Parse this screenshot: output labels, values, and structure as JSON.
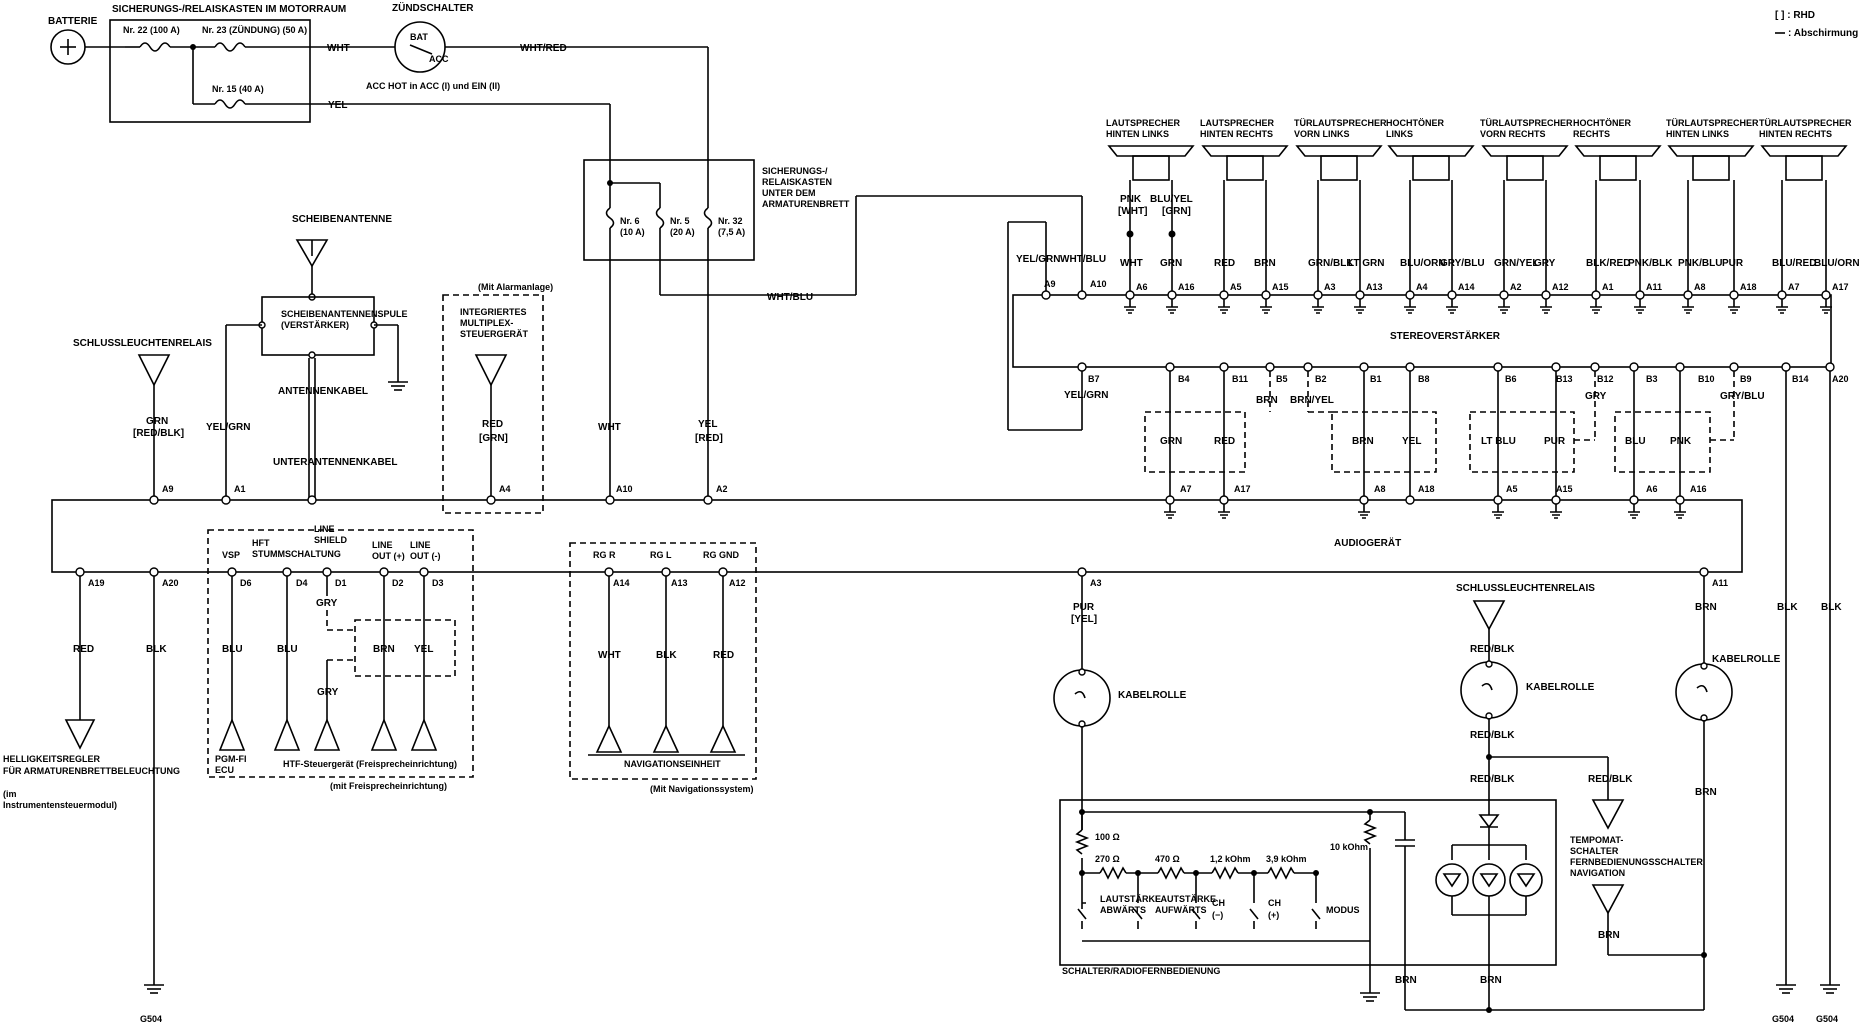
{
  "legend": {
    "rhd": "[ ] : RHD",
    "shield": ": Abschirmung"
  },
  "power": {
    "battery": "BATTERIE",
    "fusebox_engine": "SICHERUNGS-/RELAISKASTEN IM MOTORRAUM",
    "fuse22": "Nr. 22 (100 A)",
    "fuse23": "Nr. 23 (ZÜNDUNG) (50 A)",
    "fuse15": "Nr. 15 (40 A)",
    "ignition": "ZÜNDSCHALTER",
    "bat": "BAT",
    "acc": "ACC",
    "acc_note": "ACC HOT in ACC (I) und EIN (II)",
    "fusebox_dash": [
      "SICHERUNGS-/",
      "RELAISKASTEN",
      "UNTER DEM",
      "ARMATURENBRETT"
    ],
    "fuse6": [
      "Nr. 6",
      "(10 A)"
    ],
    "fuse5": [
      "Nr. 5",
      "(20 A)"
    ],
    "fuse32": [
      "Nr. 32",
      "(7,5 A)"
    ]
  },
  "wires": {
    "wht": "WHT",
    "wht_red": "WHT/RED",
    "yel": "YEL",
    "wht_blu": "WHT/BLU",
    "yel_grn": "YEL/GRN",
    "grn": "GRN",
    "red_blk_rhd": "[RED/BLK]",
    "red": "RED",
    "grn_rhd": "[GRN]",
    "yel_rhd": "[RED]",
    "blk": "BLK",
    "blu": "BLU",
    "gry": "GRY",
    "brn": "BRN",
    "pur": "PUR",
    "pur_rhd": "[YEL]",
    "red_blk": "RED/BLK",
    "brn_yel": "BRN/YEL",
    "gry_blu": "GRY/BLU",
    "lt_blu": "LT BLU",
    "pnk": "PNK"
  },
  "antenna": {
    "title": "SCHEIBENANTENNE",
    "coil": [
      "SCHEIBENANTENNENSPULE",
      "(VERSTÄRKER)"
    ],
    "cable": "ANTENNENKABEL",
    "subcable": "UNTERANTENNENKABEL"
  },
  "tail_relay": "SCHLUSSLEUCHTENRELAIS",
  "multiplex": {
    "note": "(Mit Alarmanlage)",
    "label": [
      "INTEGRIERTES",
      "MULTIPLEX-",
      "STEUERGERÄT"
    ]
  },
  "speakers": [
    {
      "name": [
        "LAUTSPRECHER",
        "HINTEN LINKS"
      ],
      "w1": "PNK",
      "w1r": "[WHT]",
      "w1b": "WHT",
      "w2": "BLU/YEL",
      "w2r": "[GRN]",
      "w2b": "GRN",
      "p1": "A6",
      "p2": "A16"
    },
    {
      "name": [
        "LAUTSPRECHER",
        "HINTEN RECHTS"
      ],
      "w1b": "RED",
      "w2b": "BRN",
      "p1": "A5",
      "p2": "A15"
    },
    {
      "name": [
        "TÜRLAUTSPRECHER",
        "VORN LINKS"
      ],
      "w1b": "GRN/BLK",
      "w2b": "LT GRN",
      "p1": "A3",
      "p2": "A13"
    },
    {
      "name": [
        "HOCHTÖNER",
        "LINKS"
      ],
      "w1b": "BLU/ORN",
      "w2b": "GRY/BLU",
      "p1": "A4",
      "p2": "A14"
    },
    {
      "name": [
        "TÜRLAUTSPRECHER",
        "VORN RECHTS"
      ],
      "w1b": "GRN/YEL",
      "w2b": "GRY",
      "p1": "A2",
      "p2": "A12"
    },
    {
      "name": [
        "HOCHTÖNER",
        "RECHTS"
      ],
      "w1b": "BLK/RED",
      "w2b": "PNK/BLK",
      "p1": "A1",
      "p2": "A11"
    },
    {
      "name": [
        "TÜRLAUTSPRECHER",
        "HINTEN LINKS"
      ],
      "w1b": "PNK/BLU",
      "w2b": "PUR",
      "p1": "A8",
      "p2": "A18"
    },
    {
      "name": [
        "TÜRLAUTSPRECHER",
        "HINTEN RECHTS"
      ],
      "w1b": "BLU/RED",
      "w2b": "BLU/ORN",
      "p1": "A7",
      "p2": "A17"
    }
  ],
  "amp": {
    "label": "STEREOVERSTÄRKER",
    "a9": "A9",
    "a10": "A10",
    "a9w": "YEL/GRN",
    "a10w": "WHT/BLU",
    "bottom_pins": [
      "B7",
      "B4",
      "B11",
      "B5",
      "B2",
      "B1",
      "B8",
      "B6",
      "B13",
      "B12",
      "B3",
      "B10",
      "B9",
      "B14",
      "A20"
    ]
  },
  "audio": {
    "label": "AUDIOGERÄT",
    "top_pins": [
      "A9",
      "A1",
      "A4",
      "A10",
      "A2",
      "A7",
      "A17",
      "A8",
      "A18",
      "A5",
      "A15",
      "A6",
      "A16"
    ],
    "bottom_pins": [
      "A19",
      "A20",
      "D6",
      "D4",
      "D1",
      "D2",
      "D3",
      "A14",
      "A13",
      "A12",
      "A3",
      "A11"
    ],
    "sig_labels": [
      "VSP",
      "HFT",
      "STUMMSCHALTUNG",
      "LINE",
      "SHIELD",
      "LINE",
      "OUT (+)",
      "LINE",
      "OUT (-)"
    ],
    "rg": [
      "RG R",
      "RG L",
      "RG GND"
    ]
  },
  "htf": {
    "label": "HTF-Steuergerät (Freisprecheinrichtung)",
    "note": "(mit Freisprecheinrichtung)",
    "ecu": [
      "PGM-FI",
      "ECU"
    ]
  },
  "nav": {
    "label": "NAVIGATIONSEINHEIT",
    "note": "(Mit Navigationssystem)"
  },
  "dimmer": [
    "HELLIGKEITSREGLER",
    "FÜR ARMATURENBRETTBELEUCHTUNG",
    "(im",
    "Instrumentensteuermodul)"
  ],
  "cable_reel": "KABELROLLE",
  "remote": {
    "label": "SCHALTER/RADIOFERNBEDIENUNG",
    "r100": "100 Ω",
    "r270": "270 Ω",
    "r470": "470 Ω",
    "r12k": "1,2 kOhm",
    "r39k": "3,9 kOhm",
    "r10k": "10 kOhm",
    "sw": [
      "LAUTSTÄRKE",
      "ABWÄRTS",
      "LAUTSTÄRKE",
      "AUFWÄRTS",
      "CH",
      "(−)",
      "CH",
      "(+)",
      "MODUS"
    ]
  },
  "cruise": [
    "TEMPOMAT-",
    "SCHALTER",
    "FERNBEDIENUNGSSCHALTER",
    "NAVIGATION"
  ],
  "ground": "G504"
}
